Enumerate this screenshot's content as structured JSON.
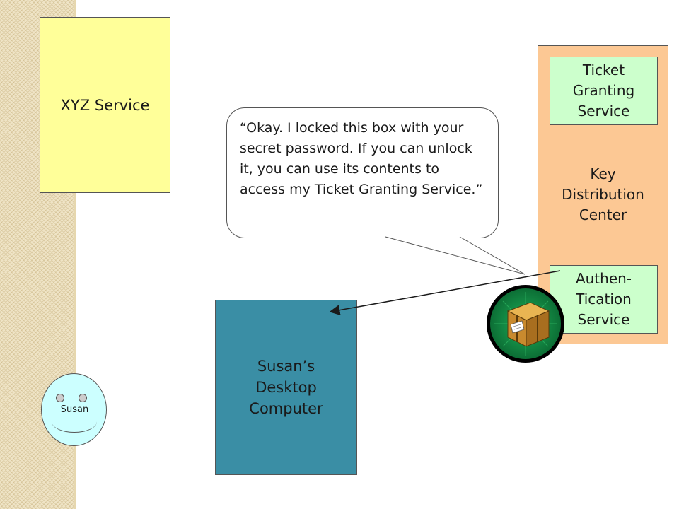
{
  "diagram": {
    "xyz_service": {
      "label": "XYZ Service"
    },
    "key_distribution_center": {
      "label": "Key\nDistribution\nCenter"
    },
    "ticket_granting_service": {
      "label": "Ticket\nGranting\nService"
    },
    "authentication_service": {
      "label": "Authen-\nTication\nService"
    },
    "desktop_computer": {
      "label": "Susan’s\nDesktop\nComputer"
    },
    "speech_bubble": {
      "text": "“Okay.  I locked this box with your\nsecret password.  If you can unlock\nit, you can use its contents to\naccess my Ticket Granting Service.”"
    },
    "user": {
      "name": "Susan"
    },
    "locked_box": {
      "icon": "locked-package-icon"
    }
  },
  "colors": {
    "xyz_service": "#ffff99",
    "key_distribution_center": "#fcc894",
    "services": "#ccffcc",
    "desktop": "#3a8ea5",
    "face": "#ccffff",
    "badge": "#129147"
  }
}
